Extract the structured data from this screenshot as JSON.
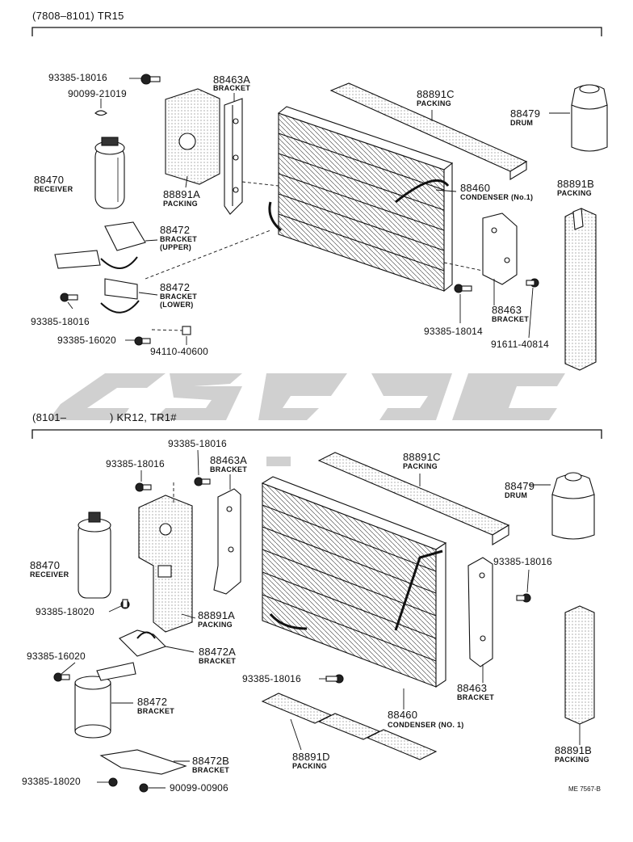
{
  "sections": {
    "top": {
      "header": "(7808–8101) TR15"
    },
    "bottom": {
      "header_a": "(8101–",
      "header_b": ") KR12, TR1#"
    }
  },
  "top_labels": {
    "p93385_18016_a": "93385-18016",
    "p90099_21019": "90099-21019",
    "p88463A": "88463A",
    "p88463A_sub": "BRACKET",
    "p88891C": "88891C",
    "p88891C_sub": "PACKING",
    "p88479": "88479",
    "p88479_sub": "DRUM",
    "p88470": "88470",
    "p88470_sub": "RECEIVER",
    "p88891A": "88891A",
    "p88891A_sub": "PACKING",
    "p88460": "88460",
    "p88460_sub": "CONDENSER (No.1)",
    "p88891B": "88891B",
    "p88891B_sub": "PACKING",
    "p88472_upper": "88472",
    "p88472_upper_sub1": "BRACKET",
    "p88472_upper_sub2": "(UPPER)",
    "p88472_lower": "88472",
    "p88472_lower_sub1": "BRACKET",
    "p88472_lower_sub2": "(LOWER)",
    "p93385_18016_b": "93385-18016",
    "p88463": "88463",
    "p88463_sub": "BRACKET",
    "p93385_18014": "93385-18014",
    "p93385_16020": "93385-16020",
    "p94110_40600": "94110-40600",
    "p91611_40814": "91611-40814"
  },
  "bottom_labels": {
    "p93385_18016_a": "93385-18016",
    "p93385_18016_b": "93385-18016",
    "p88463A": "88463A",
    "p88463A_sub": "BRACKET",
    "p88891C": "88891C",
    "p88891C_sub": "PACKING",
    "p88479": "88479",
    "p88479_sub": "DRUM",
    "p93385_18016_c": "93385-18016",
    "p88470": "88470",
    "p88470_sub": "RECEIVER",
    "p93385_18020_a": "93385-18020",
    "p88891A": "88891A",
    "p88891A_sub": "PACKING",
    "p88472A": "88472A",
    "p88472A_sub": "BRACKET",
    "p93385_16020": "93385-16020",
    "p93385_18016_d": "93385-18016",
    "p88463": "88463",
    "p88463_sub": "BRACKET",
    "p88472": "88472",
    "p88472_sub": "BRACKET",
    "p88460": "88460",
    "p88460_sub": "CONDENSER (NO. 1)",
    "p88891D": "88891D",
    "p88891D_sub": "PACKING",
    "p88891B": "88891B",
    "p88891B_sub": "PACKING",
    "p88472B": "88472B",
    "p88472B_sub": "BRACKET",
    "p93385_18020_b": "93385-18020",
    "p90099_00906": "90099-00906"
  },
  "figure_code": "ME 7567-B",
  "colors": {
    "line": "#111111",
    "watermark": "#c8c8c8"
  }
}
